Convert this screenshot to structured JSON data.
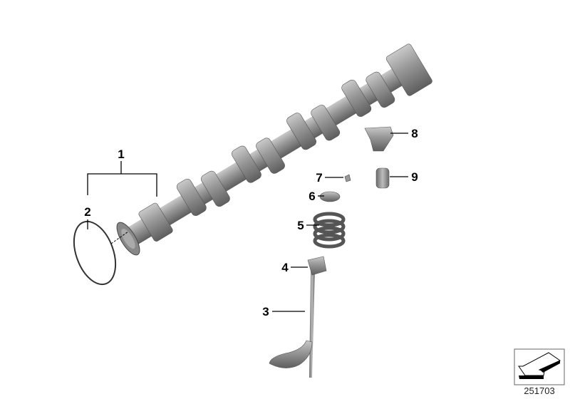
{
  "diagram": {
    "callouts": [
      {
        "number": "1",
        "part": "camshaft"
      },
      {
        "number": "2",
        "part": "o-ring"
      },
      {
        "number": "3",
        "part": "valve"
      },
      {
        "number": "4",
        "part": "valve-stem-seal"
      },
      {
        "number": "5",
        "part": "valve-spring"
      },
      {
        "number": "6",
        "part": "spring-retainer"
      },
      {
        "number": "7",
        "part": "valve-keeper"
      },
      {
        "number": "8",
        "part": "rocker-arm"
      },
      {
        "number": "9",
        "part": "hydraulic-lifter"
      }
    ],
    "reference_number": "251703",
    "corner_icon": "direction-arrow-icon"
  }
}
